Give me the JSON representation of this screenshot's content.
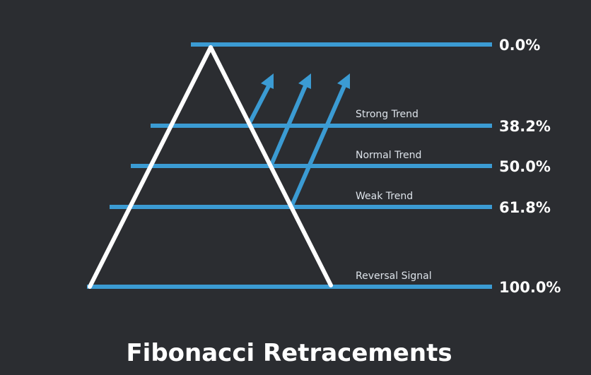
{
  "colors": {
    "background": "#2b2d31",
    "level_line": "#3b9bd3",
    "arrow": "#3b9bd3",
    "triangle": "#ffffff",
    "text": "#ffffff",
    "label_text": "#dde3ea"
  },
  "levels": [
    {
      "percent_label": "0.0%",
      "trend_label": ""
    },
    {
      "percent_label": "38.2%",
      "trend_label": "Strong Trend"
    },
    {
      "percent_label": "50.0%",
      "trend_label": "Normal Trend"
    },
    {
      "percent_label": "61.8%",
      "trend_label": "Weak Trend"
    },
    {
      "percent_label": "100.0%",
      "trend_label": "Reversal Signal"
    }
  ],
  "title": "Fibonacci Retracements"
}
